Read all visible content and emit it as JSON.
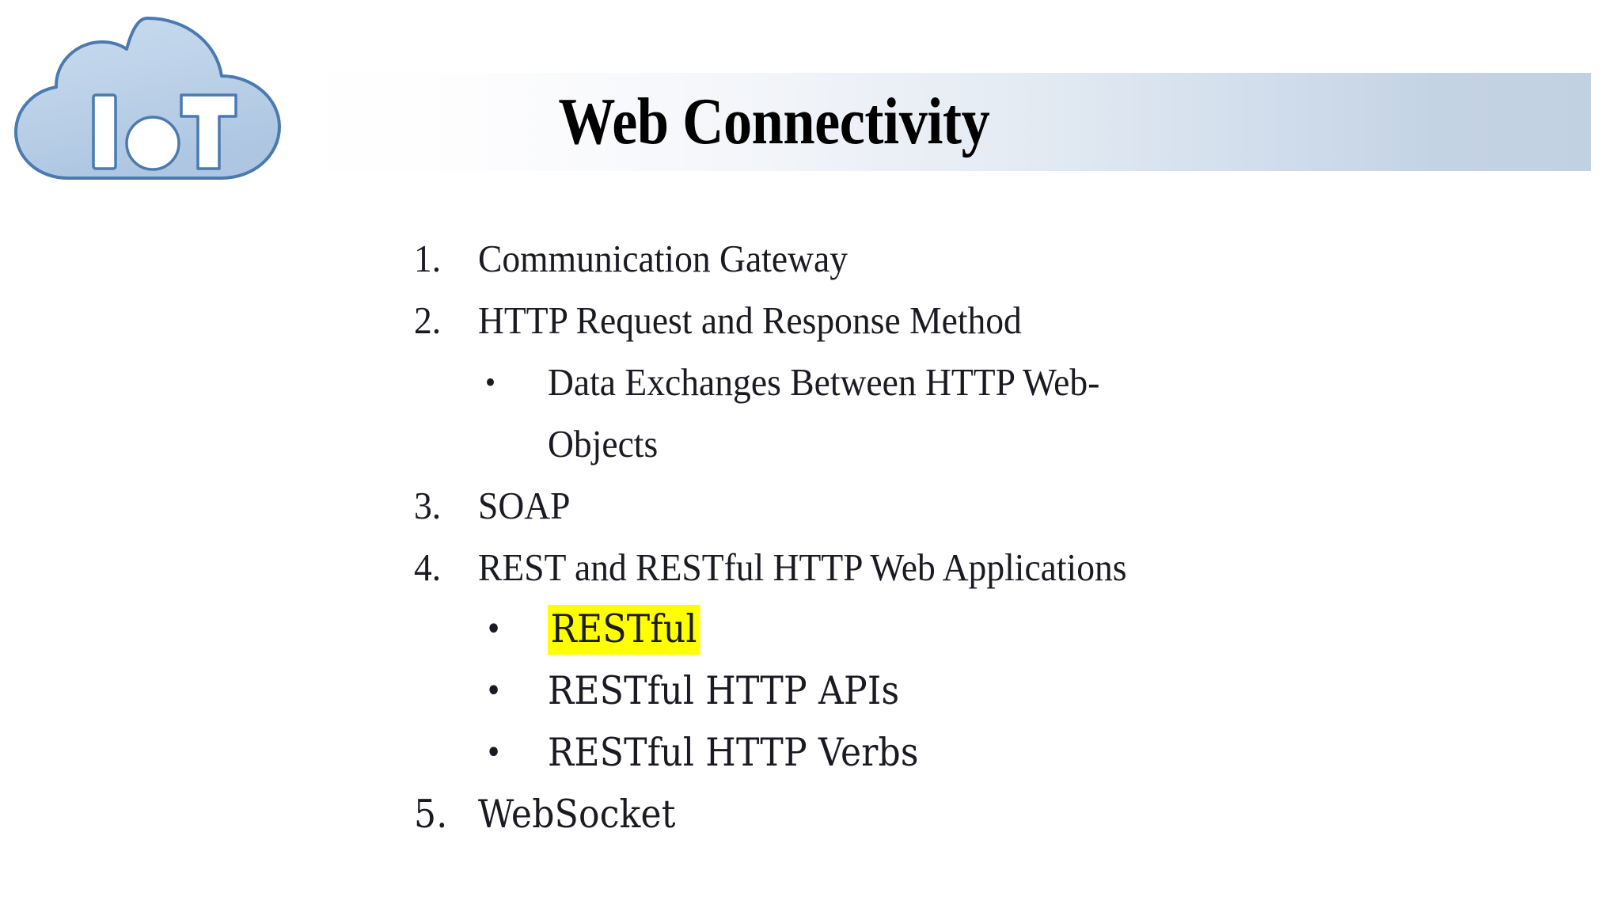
{
  "slide": {
    "background_color": "#ffffff",
    "title": "Web Connectivity",
    "logo": {
      "name": "iot-cloud-logo",
      "text": "IoT",
      "cloud_fill_light": "#c8dbee",
      "cloud_fill_dark": "#b0c8e2",
      "cloud_stroke": "#4a7ab0",
      "letter_fill": "#ffffff"
    },
    "banner": {
      "gradient_from": "#ffffff",
      "gradient_to": "#c2d1e2"
    },
    "highlight_color": "#ffff00"
  },
  "outline": [
    {
      "level": 1,
      "marker": "1.",
      "text": "Communication Gateway",
      "font": "condensed",
      "highlight": false
    },
    {
      "level": 1,
      "marker": "2.",
      "text": "HTTP Request and Response Method",
      "font": "condensed",
      "highlight": false
    },
    {
      "level": 2,
      "marker": "•",
      "text": "Data Exchanges Between HTTP Web-",
      "font": "condensed",
      "highlight": false
    },
    {
      "level": 2,
      "marker": "",
      "text": "Objects",
      "font": "condensed",
      "highlight": false,
      "continuation": true
    },
    {
      "level": 1,
      "marker": "3.",
      "text": "SOAP",
      "font": "condensed",
      "highlight": false
    },
    {
      "level": 1,
      "marker": "4.",
      "text": "REST and RESTful HTTP Web Applications",
      "font": "condensed",
      "highlight": false
    },
    {
      "level": 2,
      "marker": "•",
      "text": "RESTful",
      "font": "wide",
      "highlight": true
    },
    {
      "level": 2,
      "marker": "•",
      "text": "RESTful HTTP APIs",
      "font": "wide",
      "highlight": false
    },
    {
      "level": 2,
      "marker": "•",
      "text": "RESTful HTTP Verbs",
      "font": "wide",
      "highlight": false
    },
    {
      "level": 1,
      "marker": "5.",
      "text": "WebSocket",
      "font": "wide",
      "highlight": false
    }
  ]
}
